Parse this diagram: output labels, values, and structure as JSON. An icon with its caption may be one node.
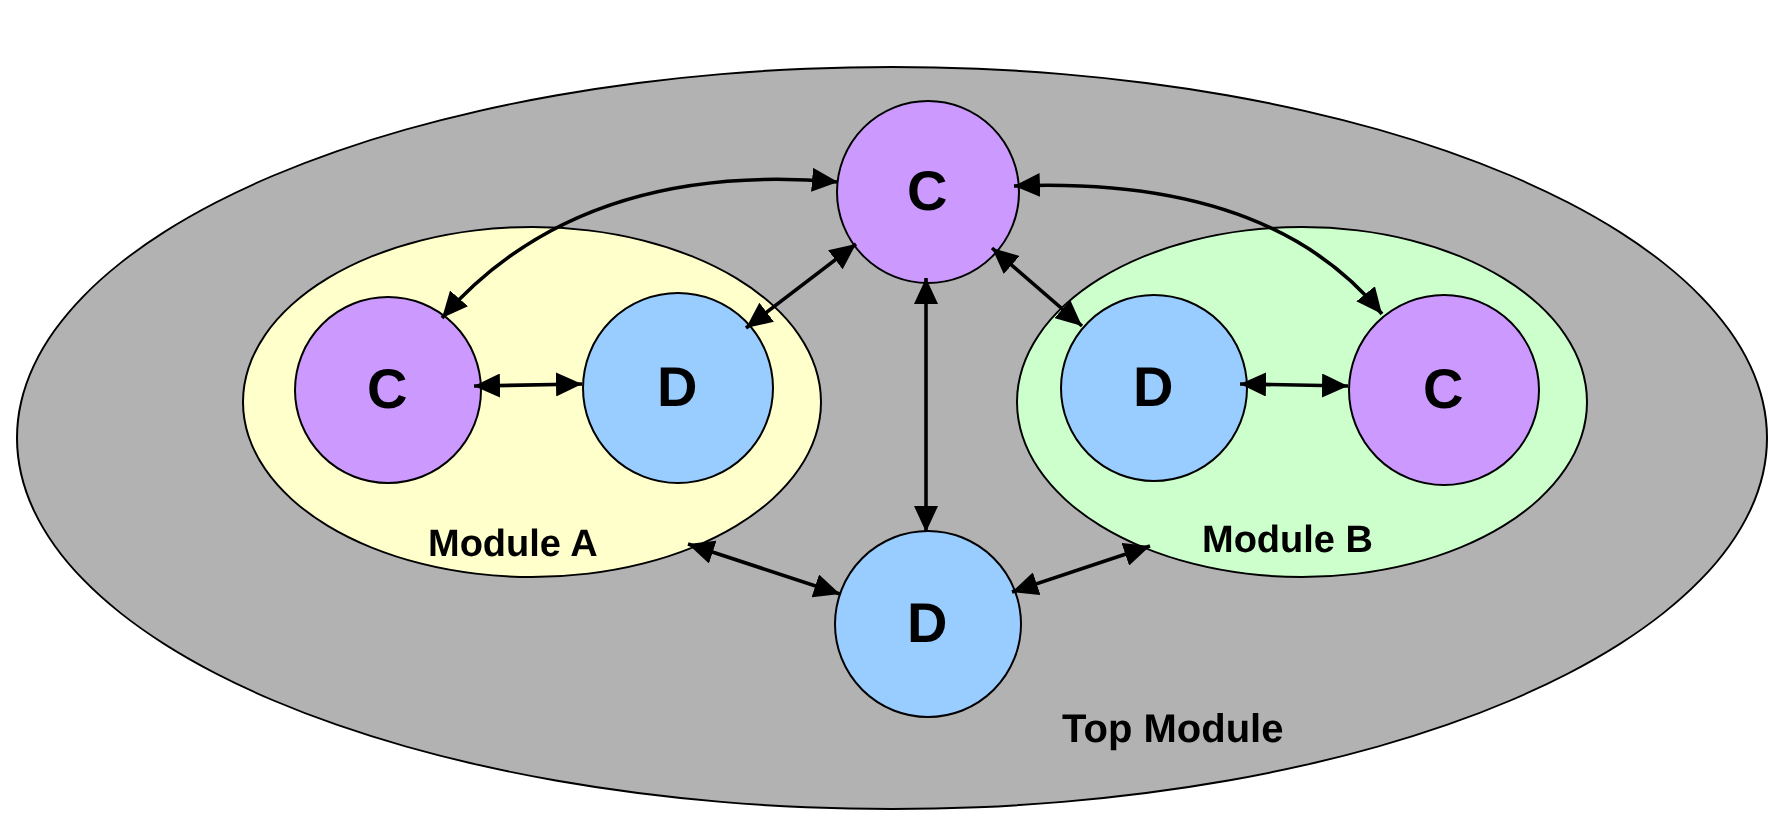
{
  "diagram": {
    "nodes": [
      {
        "text": [
          "Top Module"
        ]
      },
      {
        "text": [
          "C"
        ],
        "in": 0
      },
      {
        "text": [
          "Module A"
        ],
        "in": 0
      },
      {
        "text": [
          "C"
        ],
        "in": 2
      },
      {
        "text": [
          "D"
        ],
        "in": 2
      },
      {
        "text": [
          "Module B"
        ],
        "in": 0
      },
      {
        "text": [
          "D"
        ],
        "in": 5
      },
      {
        "text": [
          "C"
        ],
        "in": 5
      },
      {
        "text": [
          "D"
        ],
        "in": 0
      }
    ],
    "edges": [
      {
        "from": 1,
        "to": 3,
        "arrow": "both"
      },
      {
        "from": 1,
        "to": 7,
        "arrow": "both"
      },
      {
        "from": 1,
        "to": 4,
        "arrow": "both"
      },
      {
        "from": 1,
        "to": 6,
        "arrow": "both"
      },
      {
        "from": 3,
        "to": 4,
        "arrow": "both"
      },
      {
        "from": 6,
        "to": 7,
        "arrow": "both"
      },
      {
        "from": 1,
        "to": 8,
        "arrow": "both"
      },
      {
        "from": 2,
        "to": 8,
        "arrow": "both"
      },
      {
        "from": 5,
        "to": 8,
        "arrow": "both"
      }
    ]
  }
}
